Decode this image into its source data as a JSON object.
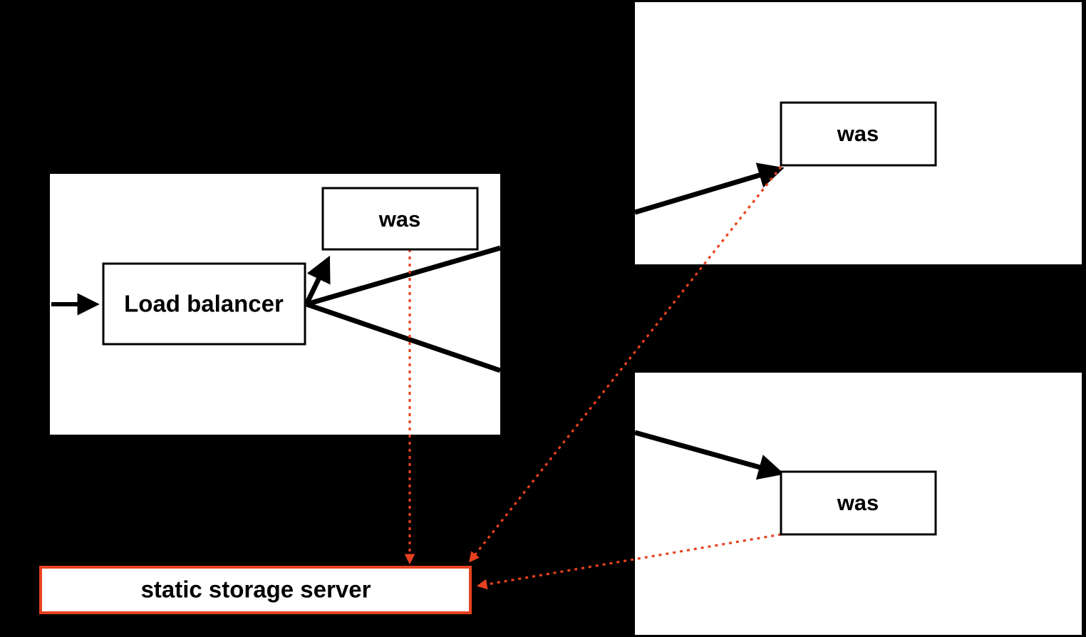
{
  "diagram": {
    "title": "Load balancer to WAS architecture with static storage server",
    "background_color": "#000000",
    "panel_color": "#ffffff",
    "accent_color": "#e8411f",
    "line_color": "#000000"
  },
  "panels": [
    {
      "id": "panel-main-left",
      "name": "left-server-panel"
    },
    {
      "id": "panel-top-right",
      "name": "top-right-server-panel"
    },
    {
      "id": "panel-bottom-right",
      "name": "bottom-right-server-panel"
    }
  ],
  "nodes": {
    "load_balancer": {
      "label": "Load balancer"
    },
    "was_left": {
      "label": "was"
    },
    "was_top_right": {
      "label": "was"
    },
    "was_bottom_right": {
      "label": "was"
    },
    "static_storage": {
      "label": "static storage server"
    }
  },
  "connections": [
    {
      "name": "ingress-arrow",
      "style": "solid",
      "from": "external",
      "to": "load_balancer"
    },
    {
      "name": "lb-to-was-left",
      "style": "solid",
      "from": "load_balancer",
      "to": "was_left"
    },
    {
      "name": "lb-to-was-top-right",
      "style": "solid",
      "from": "load_balancer",
      "to": "was_top_right"
    },
    {
      "name": "lb-to-was-bottom-right",
      "style": "solid",
      "from": "load_balancer",
      "to": "was_bottom_right"
    },
    {
      "name": "was-left-to-storage",
      "style": "dotted",
      "from": "was_left",
      "to": "static_storage"
    },
    {
      "name": "was-top-right-to-storage",
      "style": "dotted",
      "from": "was_top_right",
      "to": "static_storage"
    },
    {
      "name": "was-bottom-right-to-storage",
      "style": "dotted",
      "from": "was_bottom_right",
      "to": "static_storage"
    }
  ]
}
